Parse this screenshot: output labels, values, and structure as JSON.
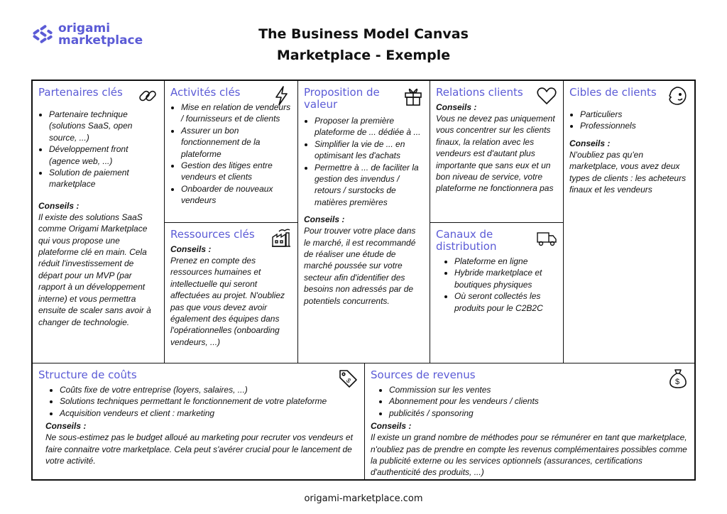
{
  "logo": {
    "line1": "origami",
    "line2": "marketplace"
  },
  "title": {
    "line1": "The Business Model Canvas",
    "line2": "Marketplace - Exemple"
  },
  "blocks": {
    "partenaires": {
      "icon": "link-icon",
      "heading": "Partenaires clés",
      "items": [
        "Partenaire technique (solutions SaaS, open source, ...)",
        "Développement front (agence web, ...)",
        "Solution de paiement marketplace"
      ],
      "conseils_label": "Conseils :",
      "conseils": "Il existe des solutions SaaS comme Origami Marketplace qui vous propose une plateforme clé en main. Cela réduit l'investissement de départ pour un MVP (par rapport à un développement interne) et vous permettra ensuite de scaler sans avoir à changer de technologie."
    },
    "activites": {
      "icon": "lightning-icon",
      "heading": "Activités clés",
      "items": [
        "Mise en relation de vendeurs / fournisseurs et de clients",
        "Assurer un bon fonctionnement de la plateforme",
        "Gestion des litiges entre vendeurs et clients",
        "Onboarder de nouveaux vendeurs"
      ]
    },
    "ressources": {
      "icon": "factory-icon",
      "heading": "Ressources clés",
      "conseils_label": "Conseils :",
      "conseils": "Prenez en compte des ressources humaines et intellectuelle qui seront affectuées au projet. N'oubliez pas que vous devez avoir également des équipes dans l'opérationnelles (onboarding vendeurs, ...)"
    },
    "proposition": {
      "icon": "gift-icon",
      "heading": "Proposition de valeur",
      "items": [
        "Proposer la première plateforme de ... dédiée à ...",
        "Simplifier la vie de ... en optimisant les d'achats",
        "Permettre à ... de faciliter la gestion des invendus / retours / surstocks de matières premières"
      ],
      "conseils_label": "Conseils :",
      "conseils": "Pour trouver votre place dans le marché, il est recommandé de réaliser une étude de marché poussée sur votre secteur afin d'identifier des besoins non adressés par de potentiels concurrents."
    },
    "relations": {
      "icon": "heart-icon",
      "heading": "Relations clients",
      "conseils_label": "Conseils :",
      "conseils": "Vous ne devez pas uniquement vous concentrer sur les clients finaux, la relation avec les vendeurs est d'autant plus importante que sans eux et un bon niveau de service, votre plateforme ne fonctionnera pas"
    },
    "canaux": {
      "icon": "truck-icon",
      "heading": "Canaux de distribution",
      "items": [
        "Plateforme en ligne",
        "Hybride marketplace et boutiques physiques",
        "Où seront collectés les produits pour le C2B2C"
      ]
    },
    "cibles": {
      "icon": "smiley-icon",
      "heading": "Cibles de clients",
      "items": [
        "Particuliers",
        "Professionnels"
      ],
      "conseils_label": "Conseils :",
      "conseils": "N'oubliez pas qu'en marketplace, vous avez deux types de clients : les acheteurs finaux et les vendeurs"
    },
    "couts": {
      "icon": "price-tag-icon",
      "heading": "Structure de coûts",
      "items": [
        "Coûts fixe de votre entreprise (loyers, salaires, ...)",
        "Solutions techniques permettant le fonctionnement de votre plateforme",
        "Acquisition vendeurs et client : marketing"
      ],
      "conseils_label": "Conseils :",
      "conseils": "Ne sous-estimez pas le budget alloué au marketing pour recruter vos vendeurs et faire connaitre votre marketplace. Cela peut s'avérer crucial pour le lancement de votre activité."
    },
    "revenus": {
      "icon": "money-bag-icon",
      "heading": "Sources de revenus",
      "items": [
        "Commission sur les ventes",
        "Abonnement pour les vendeurs / clients",
        "publicités / sponsoring"
      ],
      "conseils_label": "Conseils :",
      "conseils": "Il existe un grand nombre de méthodes pour se rémunérer en tant que marketplace, n'oubliez pas de prendre en compte les revenus complémentaires possibles comme la publicité externe ou les services optionnels (assurances, certifications d'authenticité des produits, ...)"
    }
  },
  "footer": "origami-marketplace.com"
}
